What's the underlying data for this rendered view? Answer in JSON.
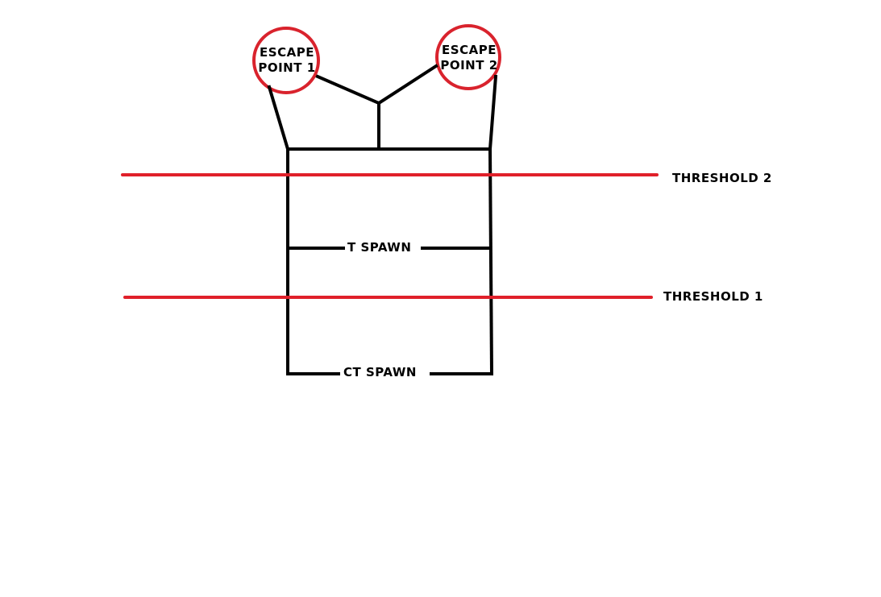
{
  "colors": {
    "walls": "#000000",
    "threshold": "#e0202a",
    "escape_circle": "#d9232d",
    "background": "#ffffff"
  },
  "labels": {
    "escape_point_1": [
      "ESCAPE",
      "POINT 1"
    ],
    "escape_point_2": [
      "ESCAPE",
      "POINT 2"
    ],
    "threshold_2": "THRESHOLD 2",
    "threshold_1": "THRESHOLD 1",
    "t_spawn": "T SPAWN",
    "ct_spawn": "CT SPAWN"
  }
}
